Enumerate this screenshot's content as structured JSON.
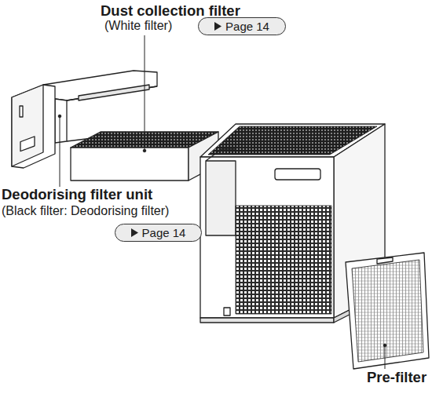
{
  "diagram": {
    "nodes": [
      {
        "text": [
          "Page 14"
        ]
      },
      {
        "text": [
          "Page 14"
        ]
      }
    ],
    "labels": [
      "Dust collection filter",
      "(White filter)",
      "Deodorising filter unit",
      "(Black filter: Deodorising filter)",
      "Pre-filter"
    ]
  }
}
